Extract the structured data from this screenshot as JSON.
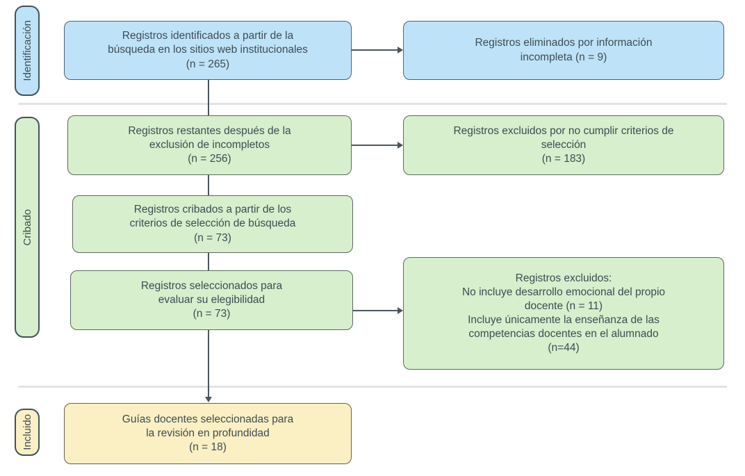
{
  "stages": [
    {
      "label": "Identificación"
    },
    {
      "label": "Cribado"
    },
    {
      "label": "Incluido"
    }
  ],
  "boxes": {
    "identified": {
      "lines": [
        "Registros identificados a partir de la",
        "búsqueda en los sitios web institucionales",
        "(n = 265)"
      ]
    },
    "eliminated": {
      "lines": [
        "Registros eliminados por información",
        "incompleta (n = 9)"
      ]
    },
    "remaining": {
      "lines": [
        "Registros restantes después de la",
        "exclusión de incompletos",
        "(n = 256)"
      ]
    },
    "excluded_criteria": {
      "lines": [
        "Registros excluidos por no cumplir criterios de",
        "selección",
        "(n = 183)"
      ]
    },
    "screened": {
      "lines": [
        "Registros cribados a partir de los",
        "criterios de selección de búsqueda",
        "(n = 73)"
      ]
    },
    "eligibility": {
      "lines": [
        "Registros seleccionados para",
        "evaluar su elegibilidad",
        "(n = 73)"
      ]
    },
    "excluded_reasons": {
      "lines": [
        "Registros excluidos:",
        "No incluye desarrollo emocional del propio",
        "docente (n = 11)",
        "Incluye únicamente la enseñanza de las",
        "competencias docentes en el alumnado",
        "(n=44)"
      ]
    },
    "included": {
      "lines": [
        "Guías docentes seleccionadas para",
        "la revisión en profundidad",
        "(n = 18)"
      ]
    }
  },
  "colors": {
    "identification_fill": "#bee3f8",
    "screening_fill": "#d7efcd",
    "included_fill": "#fbf0c3",
    "box_border_blue": "#4e5f6d",
    "box_border_green": "#5a6a5c",
    "box_border_yellow": "#635f4e",
    "connector": "#4b545b",
    "divider": "#e3e3e3",
    "text": "#3f4b53"
  }
}
